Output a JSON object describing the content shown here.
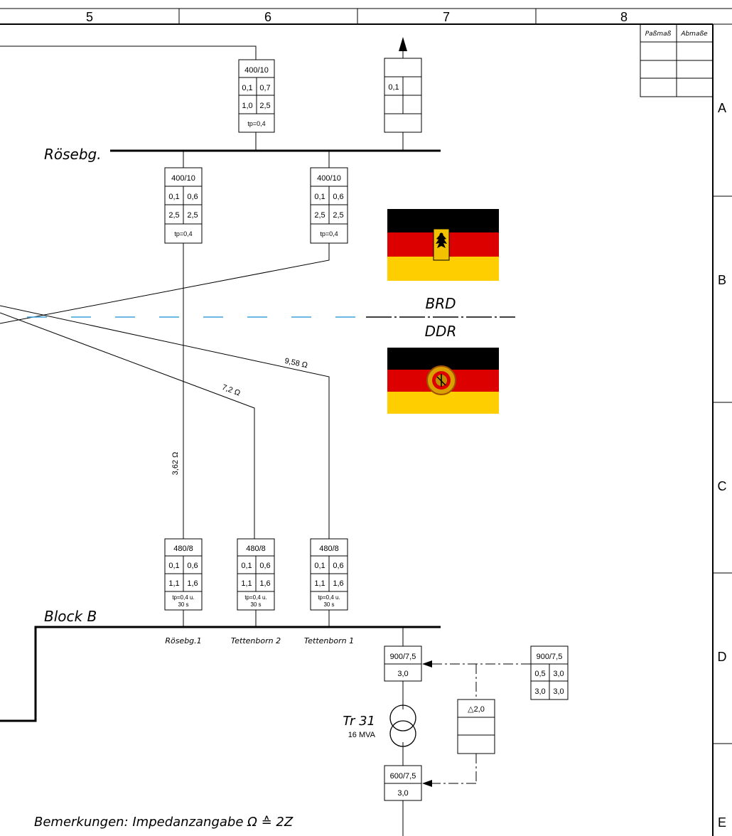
{
  "grid": {
    "columns": [
      "5",
      "6",
      "7",
      "8"
    ],
    "rows": [
      "A",
      "B",
      "C",
      "D",
      "E"
    ]
  },
  "title_block": {
    "col1": "Paßmaß",
    "col2": "Abmaße"
  },
  "busbars": {
    "roesebg": "Rösebg.",
    "block_b": "Block B"
  },
  "relays": {
    "r_top_a": {
      "title": "400/10",
      "r1": [
        "0,1",
        "0,7"
      ],
      "r2": [
        "1,0",
        "2,5"
      ],
      "foot": "tp=0,4"
    },
    "r_top_b": {
      "title": "",
      "r1": [
        "0,1",
        ""
      ],
      "r2": [
        "",
        ""
      ],
      "foot": ""
    },
    "r_mid_a": {
      "title": "400/10",
      "r1": [
        "0,1",
        "0,6"
      ],
      "r2": [
        "2,5",
        "2,5"
      ],
      "foot": "tp=0,4"
    },
    "r_mid_b": {
      "title": "400/10",
      "r1": [
        "0,1",
        "0,6"
      ],
      "r2": [
        "2,5",
        "2,5"
      ],
      "foot": "tp=0,4"
    },
    "r_bot_1": {
      "title": "480/8",
      "r1": [
        "0,1",
        "0,6"
      ],
      "r2": [
        "1,1",
        "1,6"
      ],
      "foot1": "tp=0,4 u.",
      "foot2": "30 s"
    },
    "r_bot_2": {
      "title": "480/8",
      "r1": [
        "0,1",
        "0,6"
      ],
      "r2": [
        "1,1",
        "1,6"
      ],
      "foot1": "tp=0,4 u.",
      "foot2": "30 s"
    },
    "r_bot_3": {
      "title": "480/8",
      "r1": [
        "0,1",
        "0,6"
      ],
      "r2": [
        "1,1",
        "1,6"
      ],
      "foot1": "tp=0,4 u.",
      "foot2": "30 s"
    },
    "r_tr_hv": {
      "title": "900/7,5",
      "val": "3,0"
    },
    "r_tr_lv": {
      "title": "600/7,5",
      "val": "3,0"
    },
    "r_diff": {
      "title": "900/7,5",
      "r1": [
        "0,5",
        "3,0"
      ],
      "r2": [
        "3,0",
        "3,0"
      ]
    },
    "r_delta": {
      "title": "△2,0"
    }
  },
  "impedances": {
    "z1": "3,62 Ω",
    "z2": "7,2 Ω",
    "z3": "9,58 Ω"
  },
  "feeders": {
    "f1": "Rösebg.1",
    "f2": "Tettenborn 2",
    "f3": "Tettenborn 1"
  },
  "transformer": {
    "name": "Tr 31",
    "rating": "16 MVA"
  },
  "border": {
    "brd": "BRD",
    "ddr": "DDR"
  },
  "remarks": "Bemerkungen: Impedanzangabe Ω ≙ 2Z",
  "colors": {
    "border_dash": "#3aa0d8",
    "flag_black": "#000000",
    "flag_red": "#dd0000",
    "flag_gold": "#ffce00"
  }
}
